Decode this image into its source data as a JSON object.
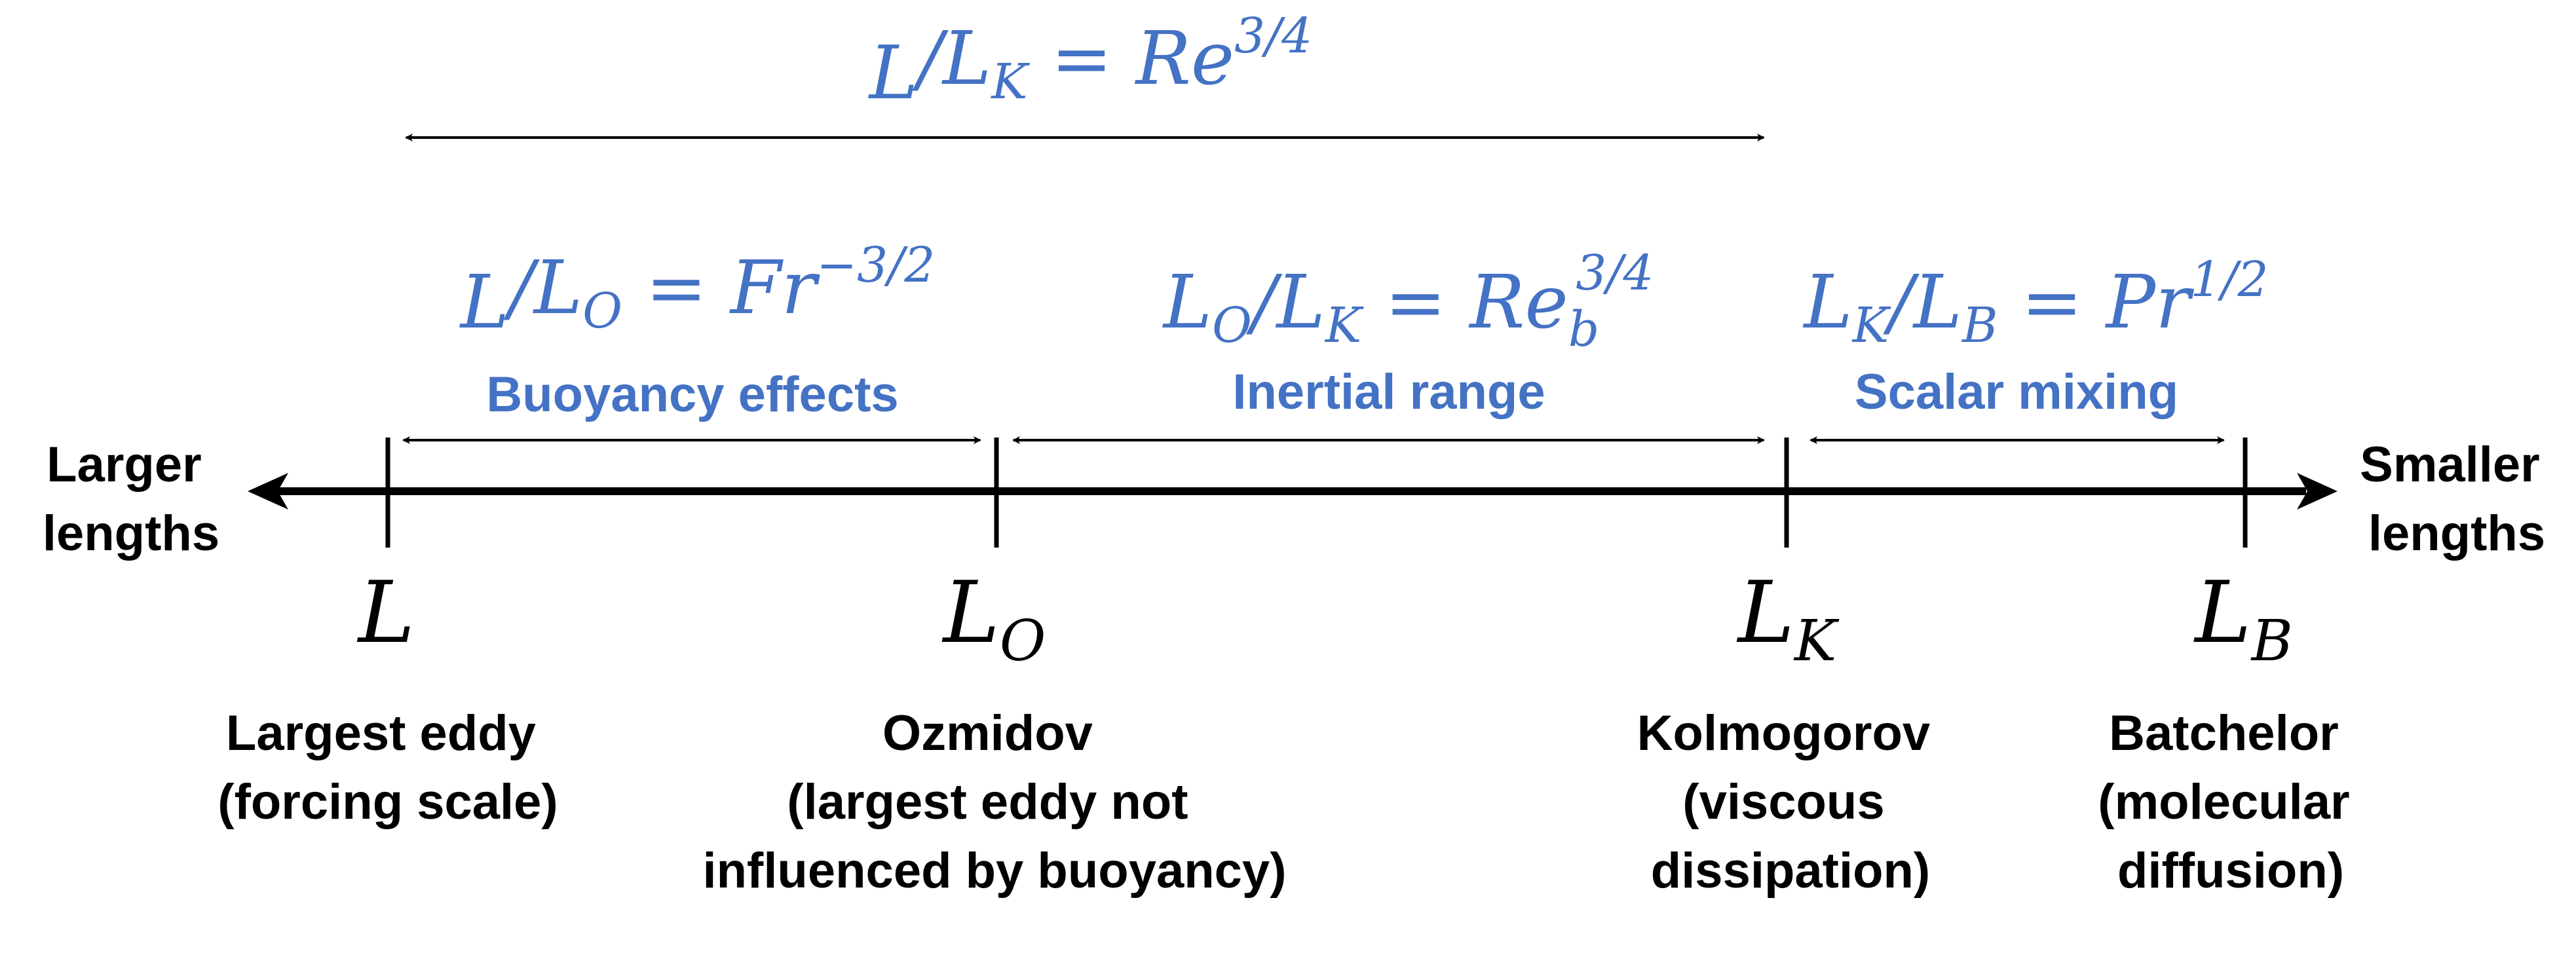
{
  "colors": {
    "accent_blue": "#4472C4",
    "axis_black": "#000000",
    "text_black": "#000000"
  },
  "overall_relation": {
    "lhs_a": "L",
    "lhs_a_sub": "",
    "lhs_b": "L",
    "lhs_b_sub": "K",
    "rhs": "Re",
    "rhs_sub": "",
    "rhs_sup": "3/4"
  },
  "ranges": [
    {
      "relation": {
        "lhs_a": "L",
        "lhs_a_sub": "",
        "lhs_b": "L",
        "lhs_b_sub": "O",
        "rhs": "Fr",
        "rhs_sub": "",
        "rhs_sup": "−3/2"
      },
      "label": "Buoyancy effects"
    },
    {
      "relation": {
        "lhs_a": "L",
        "lhs_a_sub": "O",
        "lhs_b": "L",
        "lhs_b_sub": "K",
        "rhs": "Re",
        "rhs_sub": "b",
        "rhs_sup": "3/4"
      },
      "label": "Inertial range"
    },
    {
      "relation": {
        "lhs_a": "L",
        "lhs_a_sub": "K",
        "lhs_b": "L",
        "lhs_b_sub": "B",
        "rhs": "Pr",
        "rhs_sub": "",
        "rhs_sup": "1/2"
      },
      "label": "Scalar mixing"
    }
  ],
  "axis": {
    "left_label": [
      "Larger",
      "lengths"
    ],
    "right_label": [
      "Smaller",
      "lengths"
    ]
  },
  "scales": [
    {
      "symbol": "L",
      "sub": "",
      "desc": [
        "Largest eddy",
        "(forcing scale)"
      ]
    },
    {
      "symbol": "L",
      "sub": "O",
      "desc": [
        "Ozmidov",
        "(largest eddy not",
        "influenced by buoyancy)"
      ]
    },
    {
      "symbol": "L",
      "sub": "K",
      "desc": [
        "Kolmogorov",
        "(viscous",
        "dissipation)"
      ]
    },
    {
      "symbol": "L",
      "sub": "B",
      "desc": [
        "Batchelor",
        "(molecular",
        "diffusion)"
      ]
    }
  ]
}
